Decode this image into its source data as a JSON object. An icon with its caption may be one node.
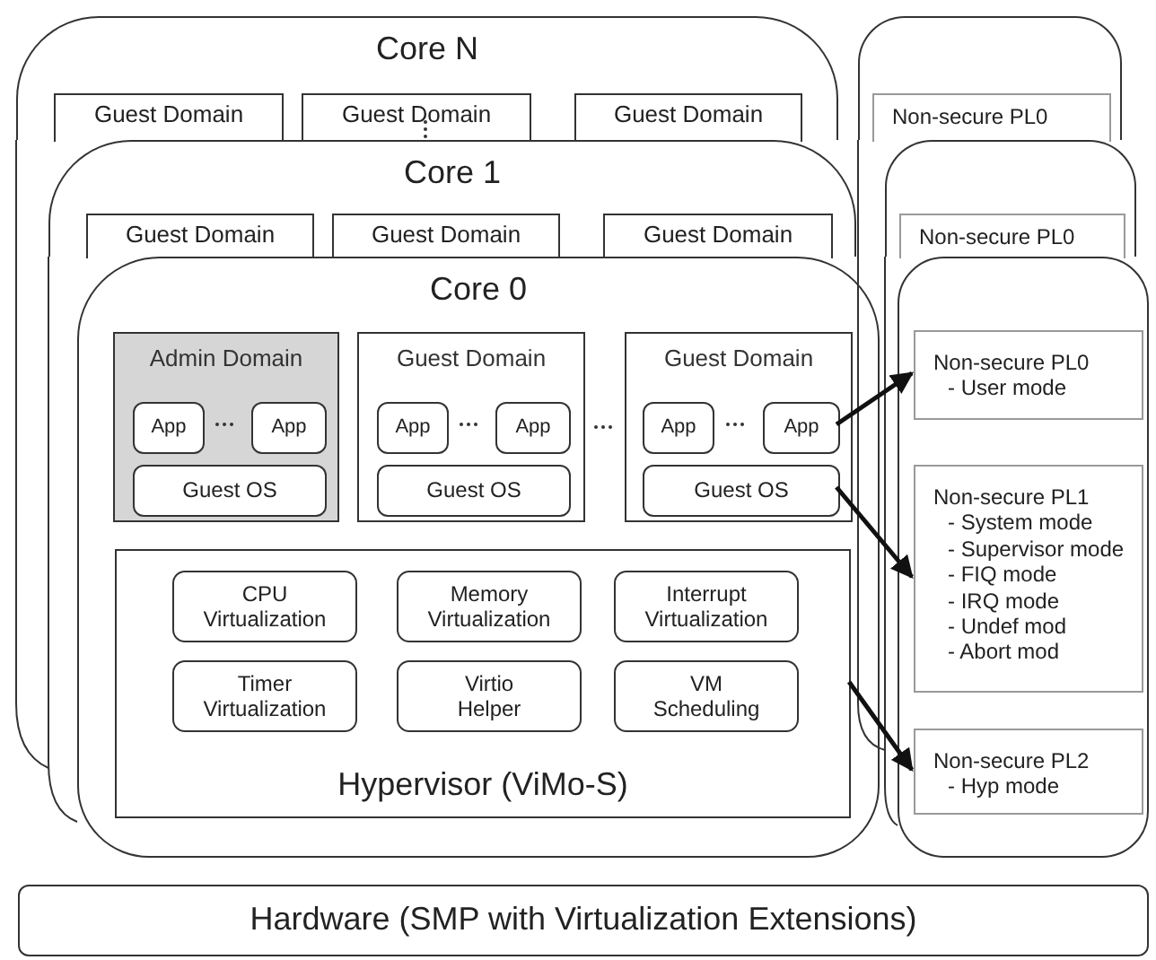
{
  "diagram": {
    "nodes": [
      {
        "text": [
          "Core N"
        ]
      },
      {
        "text": [
          "Guest Domain"
        ],
        "in": 0
      },
      {
        "text": [
          "Guest Domain"
        ],
        "in": 0
      },
      {
        "text": [
          "Guest Domain"
        ],
        "in": 0
      },
      {
        "text": [
          "Core 1"
        ]
      },
      {
        "text": [
          "Guest Domain"
        ],
        "in": 4
      },
      {
        "text": [
          "Guest Domain"
        ],
        "in": 4
      },
      {
        "text": [
          "Guest Domain"
        ],
        "in": 4
      },
      {
        "text": [
          "Core 0"
        ]
      },
      {
        "text": [
          "Admin Domain"
        ],
        "in": 8
      },
      {
        "text": [
          "App"
        ],
        "in": 9
      },
      {
        "text": [
          "App"
        ],
        "in": 9
      },
      {
        "text": [
          "Guest OS"
        ],
        "in": 9
      },
      {
        "text": [
          "Guest Domain"
        ],
        "in": 8
      },
      {
        "text": [
          "App"
        ],
        "in": 13
      },
      {
        "text": [
          "App"
        ],
        "in": 13
      },
      {
        "text": [
          "Guest OS"
        ],
        "in": 13
      },
      {
        "text": [
          "Guest Domain"
        ],
        "in": 8
      },
      {
        "text": [
          "App"
        ],
        "in": 17
      },
      {
        "text": [
          "App"
        ],
        "in": 17
      },
      {
        "text": [
          "Guest OS"
        ],
        "in": 17
      },
      {
        "text": [
          "Hypervisor (ViMo-S)"
        ],
        "in": 8
      },
      {
        "text": [
          "CPU Virtualization"
        ],
        "in": 21
      },
      {
        "text": [
          "Memory Virtualization"
        ],
        "in": 21
      },
      {
        "text": [
          "Interrupt Virtualization"
        ],
        "in": 21
      },
      {
        "text": [
          "Timer Virtualization"
        ],
        "in": 21
      },
      {
        "text": [
          "Virtio Helper"
        ],
        "in": 21
      },
      {
        "text": [
          "VM Scheduling"
        ],
        "in": 21
      },
      {
        "text": [],
        "shape": "box"
      },
      {
        "text": [
          "Non-secure PL0"
        ],
        "in": 28
      },
      {
        "text": [],
        "shape": "box"
      },
      {
        "text": [
          "Non-secure PL0"
        ],
        "in": 30
      },
      {
        "text": [],
        "shape": "box"
      },
      {
        "text": [
          "Non-secure PL0",
          "- User mode"
        ],
        "in": 32
      },
      {
        "text": [
          "Non-secure PL1",
          "- System mode",
          "- Supervisor mode",
          "- FIQ mode",
          "- IRQ mode",
          "- Undef mod",
          "- Abort mod"
        ],
        "in": 32
      },
      {
        "text": [
          "Non-secure PL2",
          "- Hyp mode"
        ],
        "in": 32
      },
      {
        "text": [
          "Hardware (SMP with Virtualization Extensions)"
        ]
      }
    ],
    "edges": [
      {
        "from": 19,
        "to": 33,
        "arrow": "to"
      },
      {
        "from": 20,
        "to": 34,
        "arrow": "to"
      },
      {
        "from": 21,
        "to": 35,
        "arrow": "to"
      }
    ]
  }
}
